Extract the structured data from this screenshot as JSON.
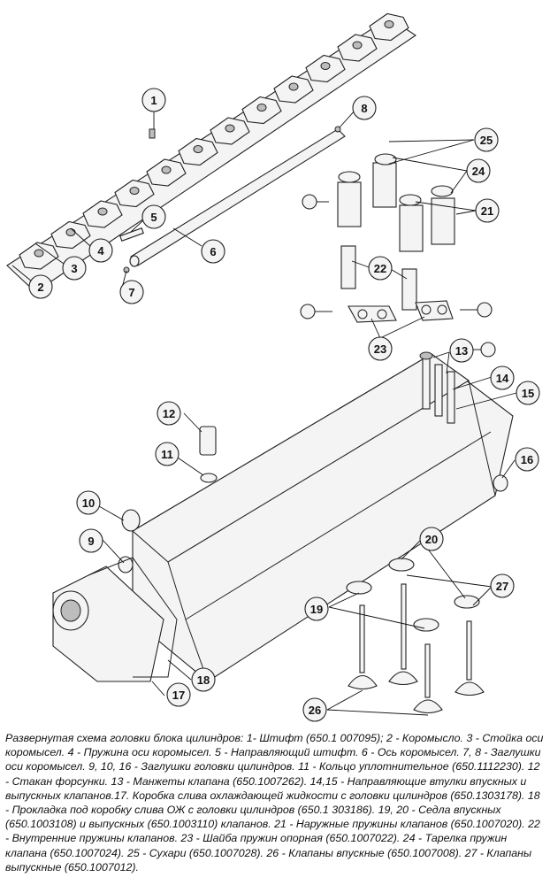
{
  "callouts": [
    {
      "id": "c1",
      "label": "1"
    },
    {
      "id": "c2",
      "label": "2"
    },
    {
      "id": "c3",
      "label": "3"
    },
    {
      "id": "c4",
      "label": "4"
    },
    {
      "id": "c5",
      "label": "5"
    },
    {
      "id": "c6",
      "label": "6"
    },
    {
      "id": "c7",
      "label": "7"
    },
    {
      "id": "c8",
      "label": "8"
    },
    {
      "id": "c9",
      "label": "9"
    },
    {
      "id": "c10",
      "label": "10"
    },
    {
      "id": "c11",
      "label": "11"
    },
    {
      "id": "c12",
      "label": "12"
    },
    {
      "id": "c13",
      "label": "13"
    },
    {
      "id": "c14",
      "label": "14"
    },
    {
      "id": "c15",
      "label": "15"
    },
    {
      "id": "c16",
      "label": "16"
    },
    {
      "id": "c17",
      "label": "17"
    },
    {
      "id": "c18",
      "label": "18"
    },
    {
      "id": "c19",
      "label": "19"
    },
    {
      "id": "c20",
      "label": "20"
    },
    {
      "id": "c21",
      "label": "21"
    },
    {
      "id": "c22",
      "label": "22"
    },
    {
      "id": "c23",
      "label": "23"
    },
    {
      "id": "c24",
      "label": "24"
    },
    {
      "id": "c25",
      "label": "25"
    },
    {
      "id": "c26",
      "label": "26"
    },
    {
      "id": "c27",
      "label": "27"
    }
  ],
  "caption": {
    "text": "Развернутая схема головки блока цилиндров: 1- Штифт (650.1 007095); 2 - Коромысло. 3 - Стойка оси коромысел. 4 - Пружина оси коромысел. 5 - Направляющий штифт. 6 - Ось коромысел. 7, 8 - Заглушки оси коромысел. 9, 10, 16 - Заглушки головки цилиндров. 11 - Кольцо уплотнительное (650.1112230). 12 - Стакан форсунки. 13 - Манжеты клапана (650.1007262). 14,15 - Направляющие втулки впускных и выпускных клапанов.17. Коробка слива охлаждающей жидкости с головки цилиндров (650.1303178). 18 - Прокладка под коробку слива ОЖ с головки цилиндров (650.1 303186). 19, 20 - Седла впускных (650.1003108) и выпускных (650.1003110) клапанов. 21 - Наружные пружины клапанов (650.1007020). 22 - Внутренние пружины клапанов. 23 - Шайба пружин опорная (650.1007022). 24 - Тарелка пружин клапана (650.1007024). 25 - Сухари (650.1007028). 26 - Клапаны впускные (650.1007008). 27 - Клапаны выпускные (650.1007012)."
  }
}
